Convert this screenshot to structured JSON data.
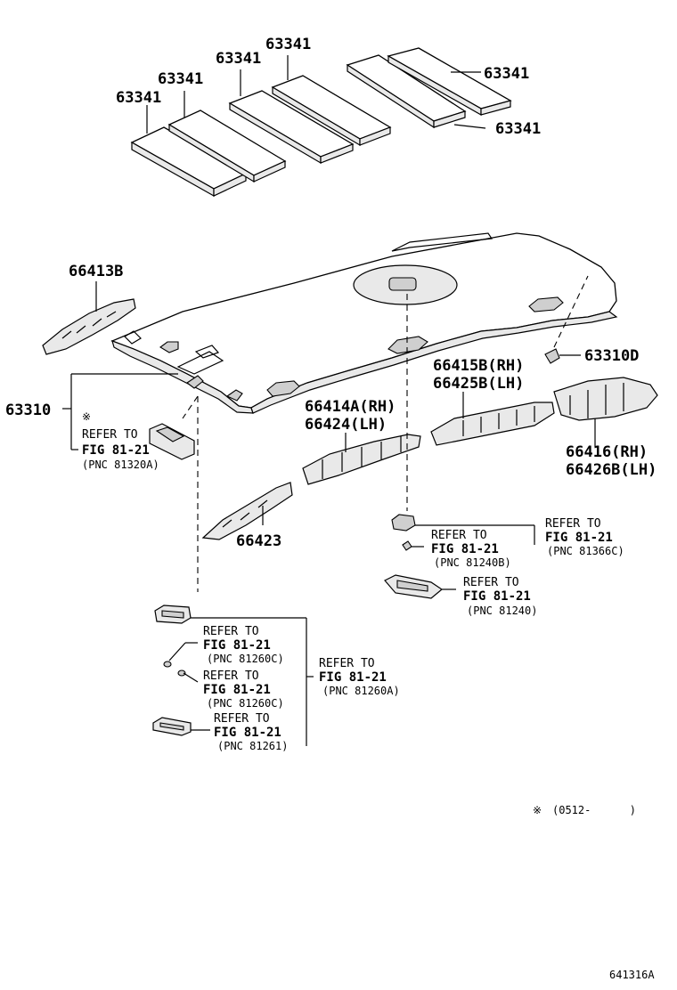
{
  "parts": {
    "pad_1": "63341",
    "pad_2": "63341",
    "pad_3": "63341",
    "pad_4": "63341",
    "pad_5": "63341",
    "pad_6": "63341",
    "p66413b": "66413B",
    "p63310d": "63310D",
    "p63310": "63310",
    "p66415b": "66415B(RH)",
    "p66425b": "66425B(LH)",
    "p66414a": "66414A(RH)",
    "p66424": "66424(LH)",
    "p66416": "66416(RH)",
    "p66426b": "66426B(LH)",
    "p66423": "66423"
  },
  "refs": {
    "ref_a": {
      "line1": "REFER TO",
      "line2": "FIG 81-21",
      "line3": "(PNC 81320A)"
    },
    "ref_b": {
      "line1": "REFER TO",
      "line2": "FIG 81-21",
      "line3": "(PNC 81240B)"
    },
    "ref_c": {
      "line1": "REFER TO",
      "line2": "FIG 81-21",
      "line3": "(PNC 81366C)"
    },
    "ref_d": {
      "line1": "REFER TO",
      "line2": "FIG 81-21",
      "line3": "(PNC 81240)"
    },
    "ref_e": {
      "line1": "REFER TO",
      "line2": "FIG 81-21",
      "line3": "(PNC 81260C)"
    },
    "ref_f": {
      "line1": "REFER TO",
      "line2": "FIG 81-21",
      "line3": "(PNC 81260C)"
    },
    "ref_g": {
      "line1": "REFER TO",
      "line2": "FIG 81-21",
      "line3": "(PNC 81260A)"
    },
    "ref_h": {
      "line1": "REFER TO",
      "line2": "FIG 81-21",
      "line3": "(PNC 81261)"
    }
  },
  "asterisk_mark": "※",
  "footnote": {
    "mark": "※",
    "text": "(0512-      )"
  },
  "figure_code": "641316A"
}
